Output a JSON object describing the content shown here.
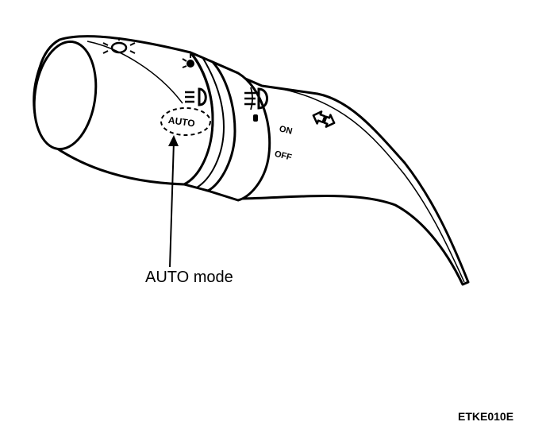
{
  "diagram": {
    "callout_label": "AUTO mode",
    "figure_code": "ETKE010E",
    "switch_labels": {
      "auto": "AUTO",
      "on": "ON",
      "off": "OFF"
    },
    "icons": [
      "headlamp-icon",
      "fog-lamp-icon",
      "tail-lamp-icon",
      "parking-lamp-icon",
      "indicator-arrows-icon"
    ]
  }
}
